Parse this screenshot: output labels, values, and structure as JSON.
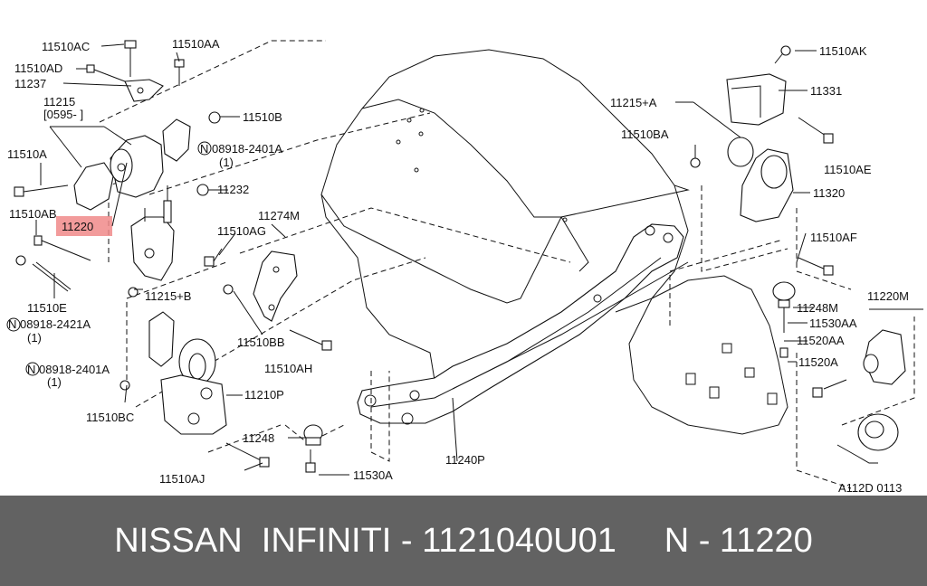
{
  "labels": {
    "p_11510ac": "11510AC",
    "p_11510aa": "11510AA",
    "p_11510ad": "11510AD",
    "p_11237": "11237",
    "p_11215": "11215",
    "p_0595": "[0595-    ]",
    "p_11510b": "11510B",
    "p_08918_2401a_top": "N 08918-2401A",
    "p_qty1_top": "(1)",
    "p_11510a": "11510A",
    "p_11232": "11232",
    "p_11510ab": "11510AB",
    "p_11220": "11220",
    "p_11274m": "11274M",
    "p_11510ag": "11510AG",
    "p_11510e": "11510E",
    "p_08918_2421a": "N 08918-2421A",
    "p_qty1_mid": "(1)",
    "p_11215b": "11215+B",
    "p_11510bb": "11510BB",
    "p_08918_2401a_bot": "N 08918-2401A",
    "p_qty1_bot": "(1)",
    "p_11510ah": "11510AH",
    "p_11210p": "11210P",
    "p_11510bc": "11510BC",
    "p_11248": "11248",
    "p_11510aj": "11510AJ",
    "p_11530a": "11530A",
    "p_11240p": "11240P",
    "p_11510ak": "11510AK",
    "p_11331": "11331",
    "p_11215a": "11215+A",
    "p_11510ba": "11510BA",
    "p_11510ae": "11510AE",
    "p_11320": "11320",
    "p_11510af": "11510AF",
    "p_11220m": "11220M",
    "p_11248m": "11248M",
    "p_11530aa": "11530AA",
    "p_11520aa": "11520AA",
    "p_11520a": "11520A",
    "ref_code": "A112D 0113"
  },
  "highlight_part": "11220",
  "highlight_color": "#f08a8a",
  "footer": {
    "text": "NISSAN  INFINITI - 1121040U01     N - 11220",
    "background": "#626262",
    "color": "#ffffff"
  }
}
